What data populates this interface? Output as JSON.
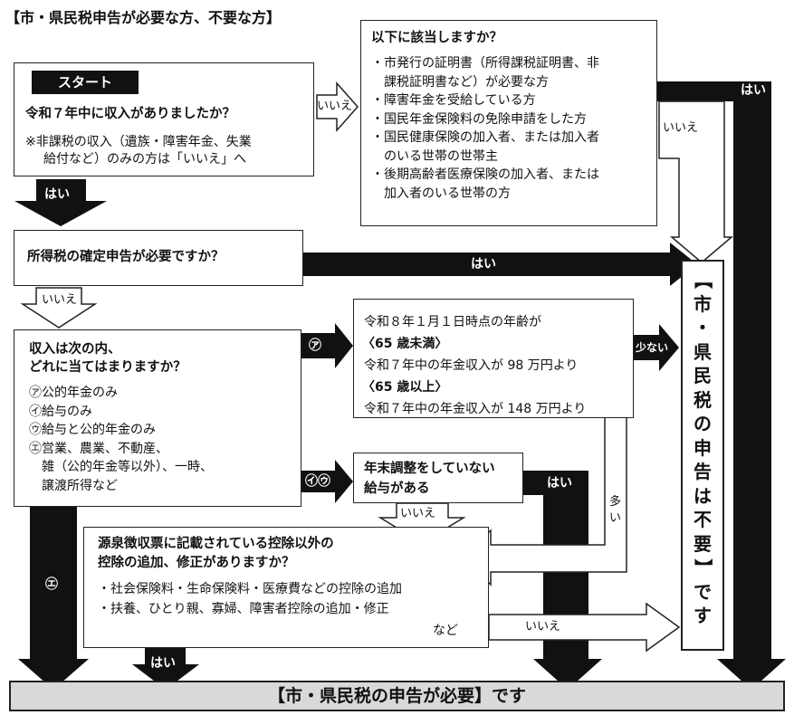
{
  "title": "【市・県民税申告が必要な方、不要な方】",
  "start": {
    "label": "スタート",
    "question": "令和７年中に収入がありましたか？",
    "note_line1": "※非課税の収入（遺族・障害年金、失業",
    "note_line2": "給付など）のみの方は「いいえ」へ"
  },
  "exempt_check": {
    "question": "以下に該当しますか？",
    "items": [
      "・市発行の証明書（所得課税証明書、非",
      "　課税証明書など）が必要な方",
      "・障害年金を受給している方",
      "・国民年金保険料の免除申請をした方",
      "・国民健康保険の加入者、または加入者",
      "　のいる世帯の世帯主",
      "・後期高齢者医療保険の加入者、または",
      "　加入者のいる世帯の方"
    ]
  },
  "income_tax": {
    "question": "所得税の確定申告が必要ですか？"
  },
  "income_type": {
    "question_line1": "収入は次の内、",
    "question_line2": "どれに当てはまりますか？",
    "options": [
      "㋐公的年金のみ",
      "㋑給与のみ",
      "㋒給与と公的年金のみ",
      "㋓営業、農業、不動産、",
      "　雑（公的年金等以外）、一時、",
      "　譲渡所得など"
    ]
  },
  "age": {
    "line1": "令和８年１月１日時点の年齢が",
    "line2": "〈65 歳未満〉",
    "line3": "令和７年中の年金収入が 98 万円より",
    "line4": "〈65 歳以上〉",
    "line5": "令和７年中の年金収入が 148 万円より"
  },
  "year_end": {
    "line1": "年末調整をしていない",
    "line2": "給与がある"
  },
  "deduction": {
    "line1": "源泉徴収票に記載されている控除以外の",
    "line2": "控除の追加、修正がありますか？",
    "item1": "・社会保険料・生命保険料・医療費などの控除の追加",
    "item2": "・扶養、ひとり親、寡婦、障害者控除の追加・修正",
    "item3": "など"
  },
  "labels": {
    "yes": "はい",
    "no": "いいえ",
    "a": "㋐",
    "iu": "㋑㋒",
    "e": "㋓",
    "less": "少ない",
    "more_1": "多",
    "more_2": "い"
  },
  "results": {
    "not_required": [
      "【",
      "市",
      "・",
      "県",
      "民",
      "税",
      "の",
      "申",
      "告",
      "は",
      "不",
      "要",
      "】",
      "で",
      "す"
    ],
    "required": "【市・県民税の申告が必要】です"
  }
}
